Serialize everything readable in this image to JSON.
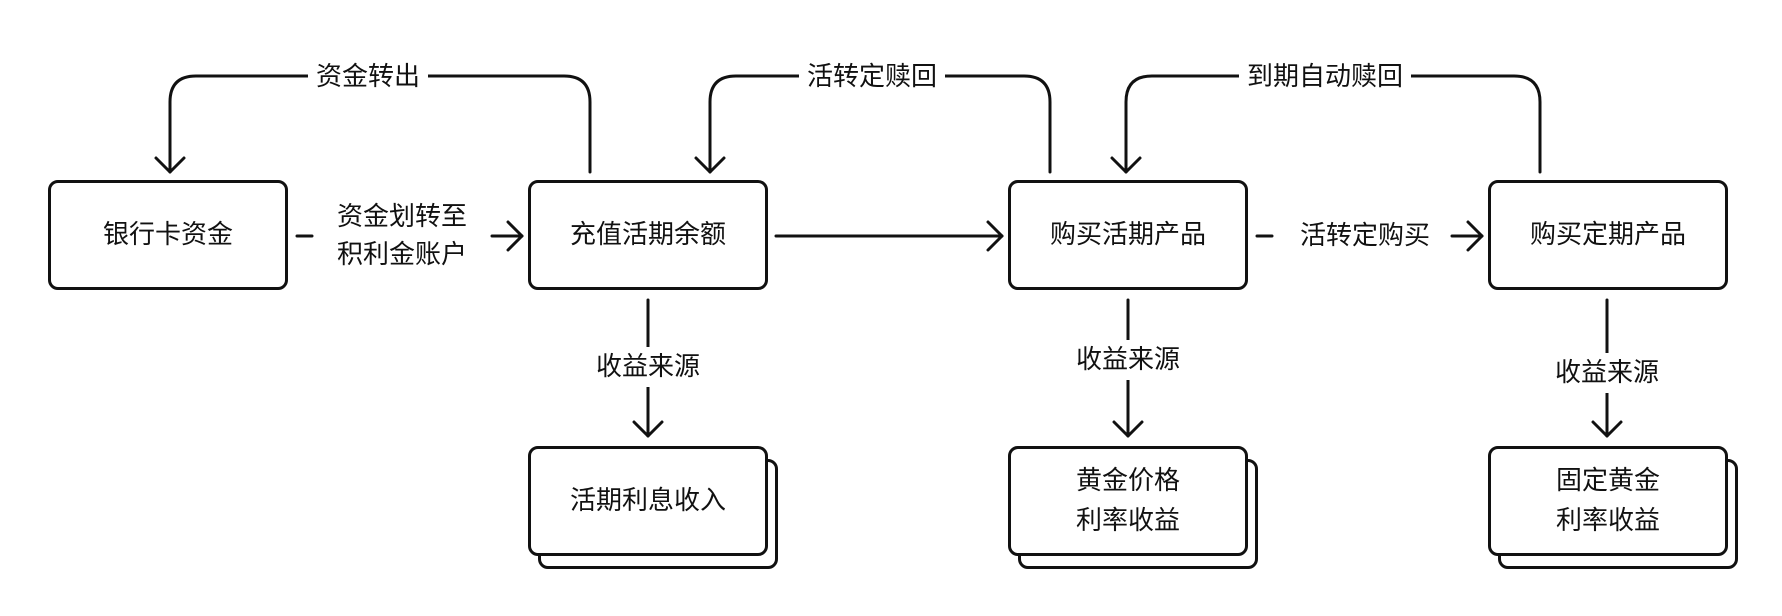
{
  "nodes": {
    "bank_card": "银行卡资金",
    "recharge": "充值活期余额",
    "buy_current": "购买活期产品",
    "buy_fixed": "购买定期产品",
    "current_interest": "活期利息收入",
    "gold_price_line1": "黄金价格",
    "gold_price_line2": "利率收益",
    "fixed_gold_line1": "固定黄金",
    "fixed_gold_line2": "利率收益"
  },
  "edges": {
    "transfer_out": "资金转出",
    "transfer_in_line1": "资金划转至",
    "transfer_in_line2": "积利金账户",
    "current_to_fixed_redeem": "活转定赎回",
    "maturity_redeem": "到期自动赎回",
    "current_to_fixed_buy": "活转定购买",
    "income_source_1": "收益来源",
    "income_source_2": "收益来源",
    "income_source_3": "收益来源"
  },
  "colors": {
    "stroke": "#111111",
    "background": "#ffffff"
  }
}
